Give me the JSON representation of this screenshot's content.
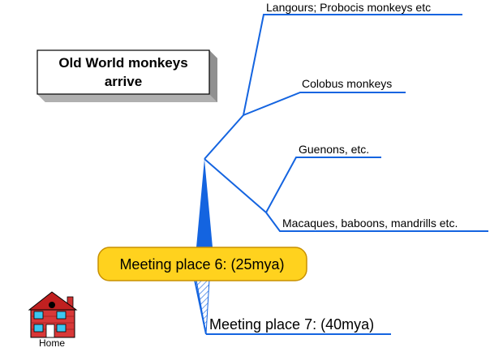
{
  "title_box": {
    "line1": "Old World monkeys",
    "line2": "arrive"
  },
  "branches": [
    "Langours; Probocis monkeys etc",
    "Colobus monkeys",
    "Guenons, etc.",
    "Macaques, baboons, mandrills etc."
  ],
  "meeting_places": {
    "current": "Meeting place 6: (25mya)",
    "next": "Meeting place 7: (40mya)"
  },
  "home": {
    "label": "Home",
    "icon": "house-icon"
  },
  "colors": {
    "branch_line": "#1464e0",
    "meeting_fill": "#ffd21e",
    "meeting_border": "#c89000"
  }
}
